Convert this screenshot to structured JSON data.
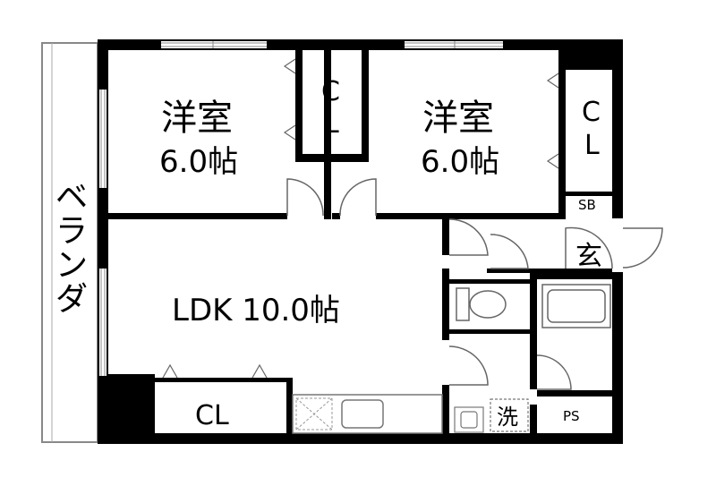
{
  "floorplan": {
    "rooms": {
      "western_left": {
        "name": "洋室",
        "size": "6.0帖"
      },
      "western_right": {
        "name": "洋室",
        "size": "6.0帖"
      },
      "ldk": {
        "label": "LDK 10.0帖"
      }
    },
    "closets": {
      "left_c": "C",
      "left_l": "L",
      "right_c": "C",
      "right_l": "L",
      "bottom": "CL"
    },
    "shoe_box": "SB",
    "entrance": "玄",
    "washroom": "洗",
    "pipe_space": "PS",
    "veranda_chars": [
      "ベ",
      "ラ",
      "ン",
      "ダ"
    ]
  }
}
